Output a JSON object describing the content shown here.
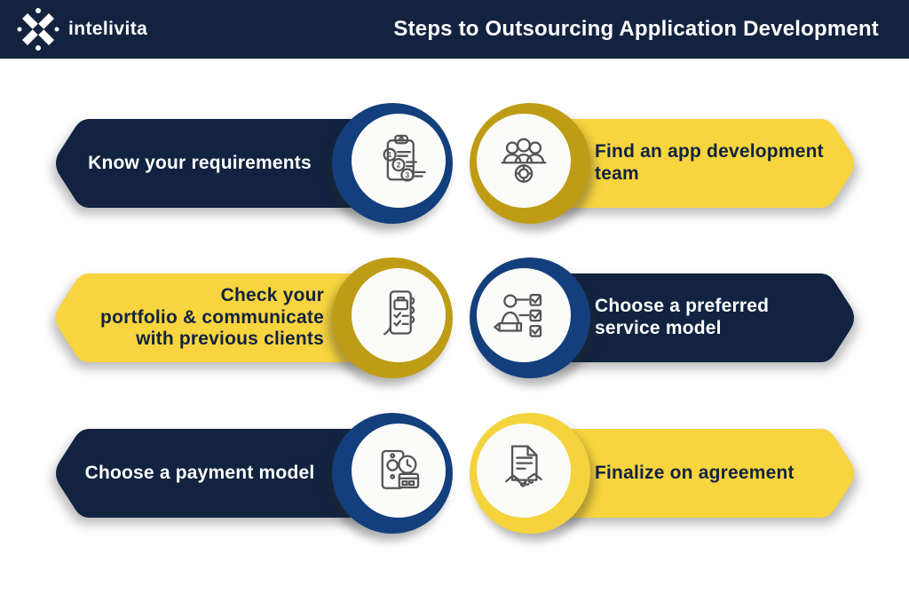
{
  "header": {
    "brand": "intelivita",
    "title": "Steps to Outsourcing Application Development",
    "bg_color": "#13233F",
    "text_color": "#FFFFFF",
    "logo_icon": "intelivita-x-mark-icon"
  },
  "colors": {
    "navy": "#112340",
    "yellow": "#F8D43E",
    "ring_blue": "#143F7D",
    "ring_gold": "#BF9C15",
    "ring_yellow": "#F5D33C",
    "icon_stroke": "#545454",
    "circle_fill": "#FBFBFA",
    "background": "#FFFFFF"
  },
  "icon_numbers": [
    "1",
    "2",
    "3"
  ],
  "steps": [
    {
      "id": 1,
      "side": "left",
      "banner_color": "navy",
      "ring_color": "ring_blue",
      "text_color": "#FFFFFF",
      "icon": "numbered-checklist-icon",
      "label": "Know your requirements",
      "lines": [
        "Know your requirements"
      ]
    },
    {
      "id": 2,
      "side": "right",
      "banner_color": "yellow",
      "ring_color": "ring_gold",
      "text_color": "#112340",
      "icon": "team-gear-icon",
      "label": "Find an app development team",
      "lines": [
        "Find an app development",
        "team"
      ]
    },
    {
      "id": 3,
      "side": "left",
      "banner_color": "yellow",
      "ring_color": "ring_gold",
      "text_color": "#112340",
      "icon": "portfolio-checklist-icon",
      "label": "Check your portfolio & communicate with previous clients",
      "lines": [
        "Check your",
        "portfolio & communicate",
        "with previous clients"
      ]
    },
    {
      "id": 4,
      "side": "right",
      "banner_color": "navy",
      "ring_color": "ring_blue",
      "text_color": "#FFFFFF",
      "icon": "service-model-icon",
      "label": "Choose a preferred service model",
      "lines": [
        "Choose a preferred",
        "service model"
      ]
    },
    {
      "id": 5,
      "side": "left",
      "banner_color": "navy",
      "ring_color": "ring_blue",
      "text_color": "#FFFFFF",
      "icon": "payment-model-icon",
      "label": "Choose a payment model",
      "lines": [
        "Choose a payment model"
      ]
    },
    {
      "id": 6,
      "side": "right",
      "banner_color": "yellow",
      "ring_color": "ring_yellow",
      "text_color": "#112340",
      "icon": "agreement-handshake-icon",
      "label": "Finalize on agreement",
      "lines": [
        "Finalize on agreement"
      ]
    }
  ]
}
